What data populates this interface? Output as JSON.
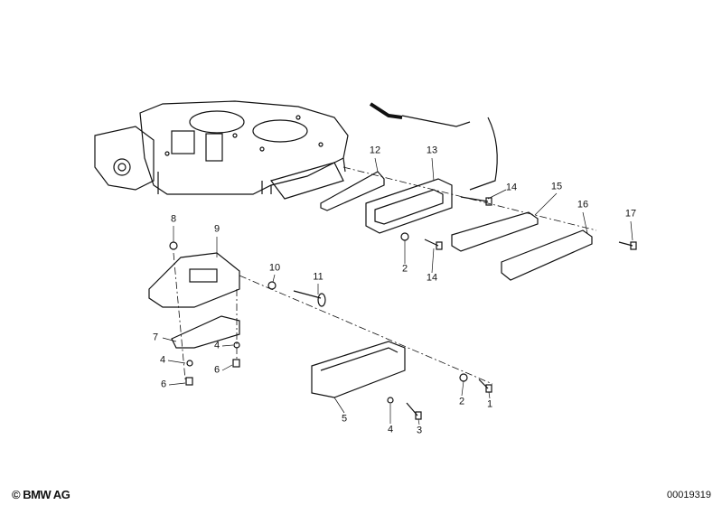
{
  "footer": {
    "copyright": "© BMW AG",
    "image_number": "00019319"
  },
  "callouts": [
    {
      "id": "c8",
      "text": "8"
    },
    {
      "id": "c9",
      "text": "9"
    },
    {
      "id": "c10",
      "text": "10"
    },
    {
      "id": "c11",
      "text": "11"
    },
    {
      "id": "c12",
      "text": "12"
    },
    {
      "id": "c13",
      "text": "13"
    },
    {
      "id": "c14a",
      "text": "14"
    },
    {
      "id": "c15",
      "text": "15"
    },
    {
      "id": "c16",
      "text": "16"
    },
    {
      "id": "c17",
      "text": "17"
    },
    {
      "id": "c2a",
      "text": "2"
    },
    {
      "id": "c14b",
      "text": "14"
    },
    {
      "id": "c7",
      "text": "7"
    },
    {
      "id": "c4a",
      "text": "4"
    },
    {
      "id": "c4b",
      "text": "4"
    },
    {
      "id": "c6a",
      "text": "6"
    },
    {
      "id": "c6b",
      "text": "6"
    },
    {
      "id": "c5",
      "text": "5"
    },
    {
      "id": "c2b",
      "text": "2"
    },
    {
      "id": "c1",
      "text": "1"
    },
    {
      "id": "c4c",
      "text": "4"
    },
    {
      "id": "c3",
      "text": "3"
    }
  ]
}
